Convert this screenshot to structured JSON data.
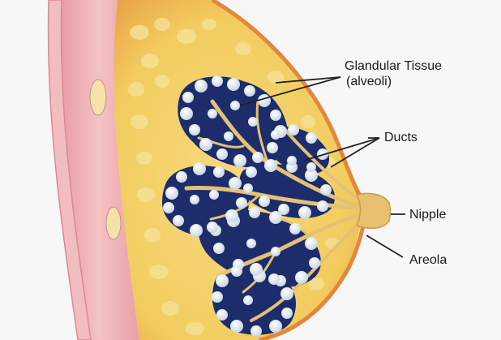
{
  "labels": {
    "glandular_tissue": "Glandular Tissue",
    "glandular_tissue_sub": "(alveoli)",
    "ducts": "Ducts",
    "nipple": "Nipple",
    "areola": "Areola"
  },
  "colors": {
    "background": "#f7f7f7",
    "fat": "#f2cf67",
    "skin_edge": "#e98a3e",
    "chest_wall": "#efb0b5",
    "alveoli_cluster": "#1d2c6b",
    "alveoli_bubble": "#e6eef4",
    "duct": "#d9b86a",
    "leader_line": "#222222"
  }
}
